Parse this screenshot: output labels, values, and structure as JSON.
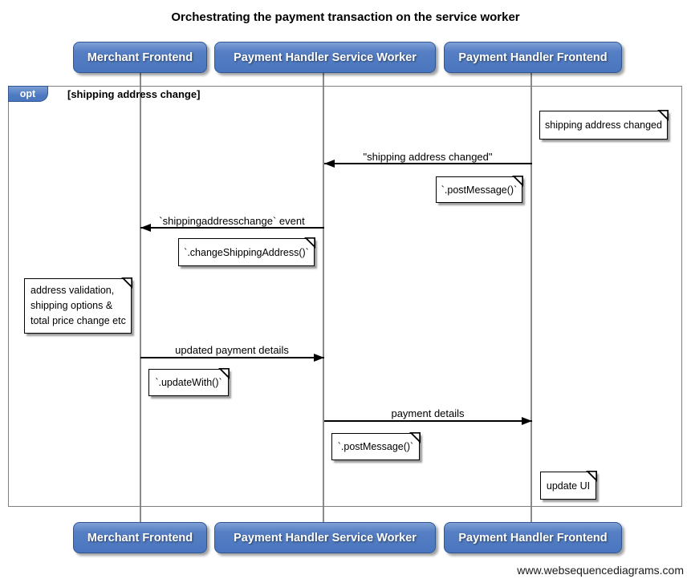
{
  "title": "Orchestrating the payment transaction on the service worker",
  "watermark": "www.websequencediagrams.com",
  "colors": {
    "actor_fill_top": "#80a1d6",
    "actor_fill": "#4a76bf",
    "actor_border": "#2f5693",
    "frame_border": "#7f7f7f",
    "lifeline": "#8a8a8a",
    "note_bg": "#ffffff",
    "note_border": "#000000",
    "message_line": "#000000",
    "background": "#ffffff"
  },
  "actors": [
    {
      "label": "Merchant Frontend"
    },
    {
      "label": "Payment Handler Service Worker"
    },
    {
      "label": "Payment Handler Frontend"
    }
  ],
  "fragment": {
    "operator": "opt",
    "condition": "[shipping address change]"
  },
  "messages": [
    {
      "label": "\"shipping address changed\"",
      "from": "Payment Handler Frontend",
      "to": "Payment Handler Service Worker",
      "direction": "left"
    },
    {
      "label": "`shippingaddresschange` event",
      "from": "Payment Handler Service Worker",
      "to": "Merchant Frontend",
      "direction": "left"
    },
    {
      "label": "updated payment details",
      "from": "Merchant Frontend",
      "to": "Payment Handler Service Worker",
      "direction": "right"
    },
    {
      "label": "payment details",
      "from": "Payment Handler Service Worker",
      "to": "Payment Handler Frontend",
      "direction": "right"
    }
  ],
  "notes": [
    {
      "text": "shipping address changed"
    },
    {
      "text": "`.postMessage()`"
    },
    {
      "text": "`.changeShippingAddress()`"
    },
    {
      "lines": [
        "address validation,",
        "shipping options &",
        "total price change etc"
      ]
    },
    {
      "text": "`.updateWith()`"
    },
    {
      "text": "`.postMessage()`"
    },
    {
      "text": "update UI"
    }
  ]
}
